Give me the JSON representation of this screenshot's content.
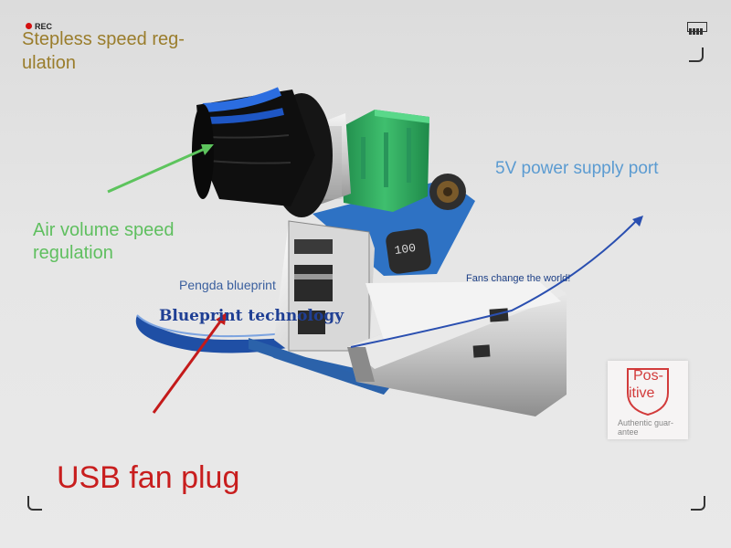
{
  "recording": {
    "indicator": "REC"
  },
  "labels": {
    "stepless_line1": "Stepless speed reg-",
    "stepless_line2": "ulation",
    "air_line1": "Air volume speed",
    "air_line2": "regulation",
    "power_port": "5V power supply port",
    "pengda": "Pengda blueprint",
    "fans": "Fans change the world!",
    "blueprint": "Blueprint technology",
    "usb_plug": "USB fan plug"
  },
  "badge": {
    "positive_line1": "Pos-",
    "positive_line2": "itive",
    "authentic_line1": "Authentic guar-",
    "authentic_line2": "antee"
  },
  "potentiometer": {
    "marking": "100"
  },
  "colors": {
    "stepless_text": "#9a7d2c",
    "air_text": "#5fbf5f",
    "power_text": "#5b9bd1",
    "usb_text": "#c81e1e",
    "green_arrow": "#5dc45d",
    "blue_arrow": "#2a4fb0",
    "red_arrow": "#c41a1a",
    "pcb_blue": "#2d6fc0",
    "pot_green": "#2fa05a",
    "swoosh_blue": "#1f4fa5"
  }
}
